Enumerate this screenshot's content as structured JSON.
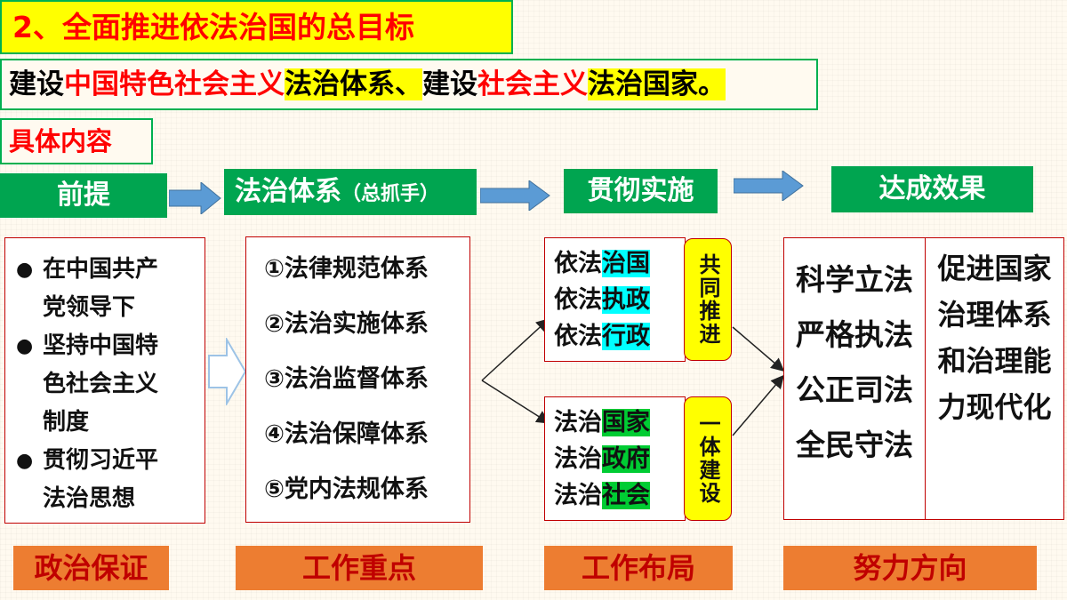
{
  "title": "2、全面推进依法治国的总目标",
  "goal": {
    "p1": "建设",
    "p2": "中国特色社会主义",
    "p3": "法治体系、",
    "p4": "建设",
    "p5": "社会主义",
    "p6": "法治国家。"
  },
  "content_label": "具体内容",
  "headers": {
    "h1": "前提",
    "h2": "法治体系",
    "h2_sub": "（总抓手）",
    "h3": "贯彻实施",
    "h4": "达成效果"
  },
  "premise": [
    "在中国共产党领导下",
    "坚持中国特色社会主义制度",
    "贯彻习近平法治思想"
  ],
  "systems": [
    "①法律规范体系",
    "②法治实施体系",
    "③法治监督体系",
    "④法治保障体系",
    "⑤党内法规体系"
  ],
  "implement_top": {
    "rows": [
      {
        "a": "依法",
        "b": "治国"
      },
      {
        "a": "依法",
        "b": "执政"
      },
      {
        "a": "依法",
        "b": "行政"
      }
    ],
    "tag": "共同推进"
  },
  "implement_bottom": {
    "rows": [
      {
        "a": "法治",
        "b": "国家"
      },
      {
        "a": "法治",
        "b": "政府"
      },
      {
        "a": "法治",
        "b": "社会"
      }
    ],
    "tag": "一体建设"
  },
  "effects": [
    "科学立法",
    "严格执法",
    "公正司法",
    "全民守法"
  ],
  "effect_goal": "促进国家治理体系和治理能力现代化",
  "footers": [
    "政治保证",
    "工作重点",
    "工作布局",
    "努力方向"
  ],
  "colors": {
    "green": "#00a550",
    "red": "#ff0000",
    "yellow": "#ffff00",
    "orange": "#ed7d31",
    "cyan": "#00ffff",
    "arrow_blue": "#5b9bd5"
  }
}
